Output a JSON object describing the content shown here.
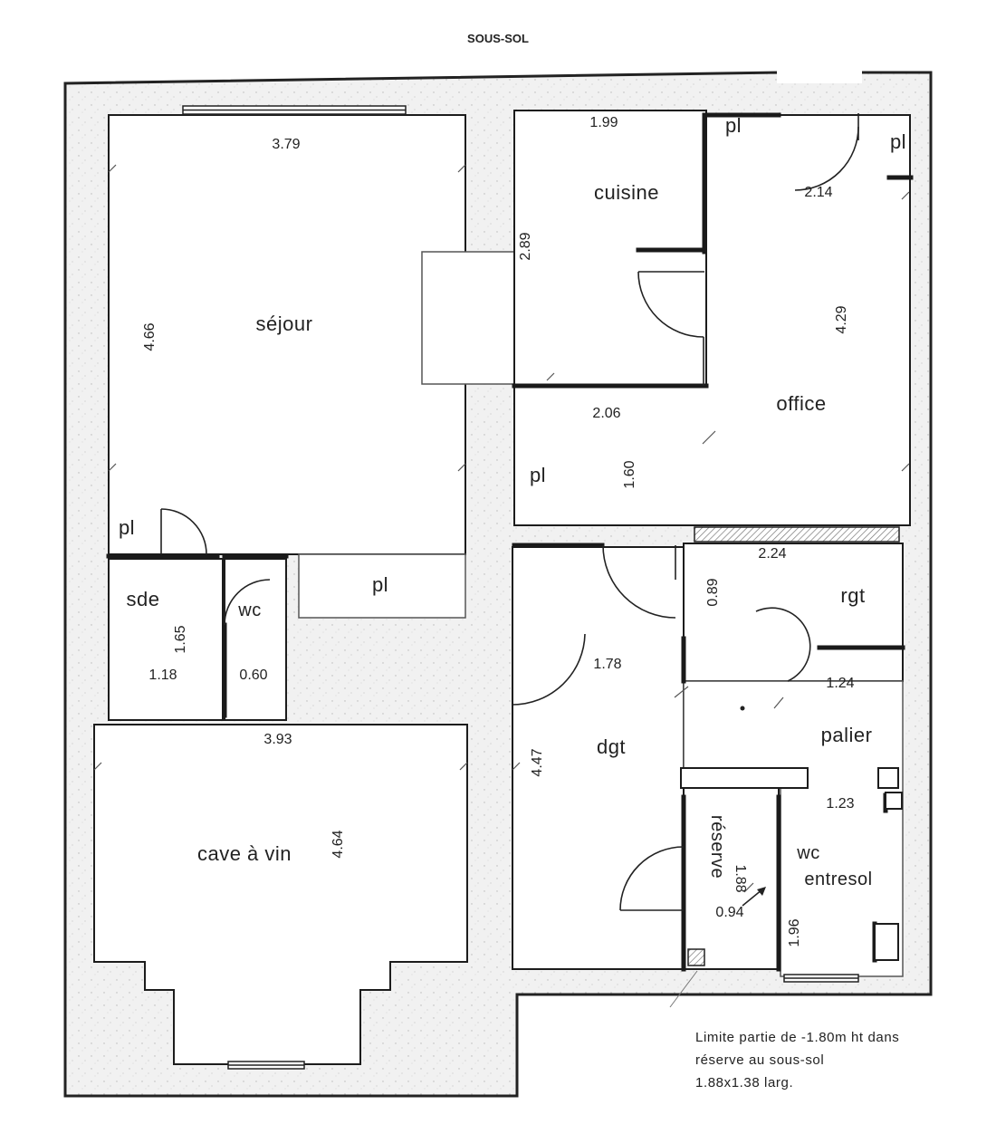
{
  "title": "SOUS-SOL",
  "rooms": {
    "sejour": "séjour",
    "cuisine": "cuisine",
    "office": "office",
    "sde": "sde",
    "wc": "wc",
    "pl_sejour": "pl",
    "pl_center": "pl",
    "pl_office": "pl",
    "pl_top1": "pl",
    "pl_top2": "pl",
    "rgt": "rgt",
    "palier": "palier",
    "dgt": "dgt",
    "reserve": "réserve",
    "wc_entresol_line1": "wc",
    "wc_entresol_line2": "entresol",
    "cave": "cave à vin"
  },
  "dimensions": {
    "sejour_width": "3.79",
    "sejour_height": "4.66",
    "cuisine_width": "1.99",
    "cuisine_height": "2.89",
    "office_width": "2.14",
    "office_height": "4.29",
    "office_lower_width": "2.06",
    "office_lower_height": "1.60",
    "rgt_width": "2.24",
    "rgt_height": "0.89",
    "palier_width": "1.24",
    "palier_lower": "1.23",
    "dgt_width": "1.78",
    "dgt_height": "4.47",
    "sde_height": "1.65",
    "sde_width": "1.18",
    "wc_width": "0.60",
    "cave_width": "3.93",
    "cave_height": "4.64",
    "reserve_height": "1.88",
    "reserve_width": "0.94",
    "wc_entresol_height": "1.96"
  },
  "note": {
    "line1": "Limite partie de -1.80m ht dans",
    "line2": "réserve au sous-sol",
    "line3": "1.88x1.38 larg."
  }
}
